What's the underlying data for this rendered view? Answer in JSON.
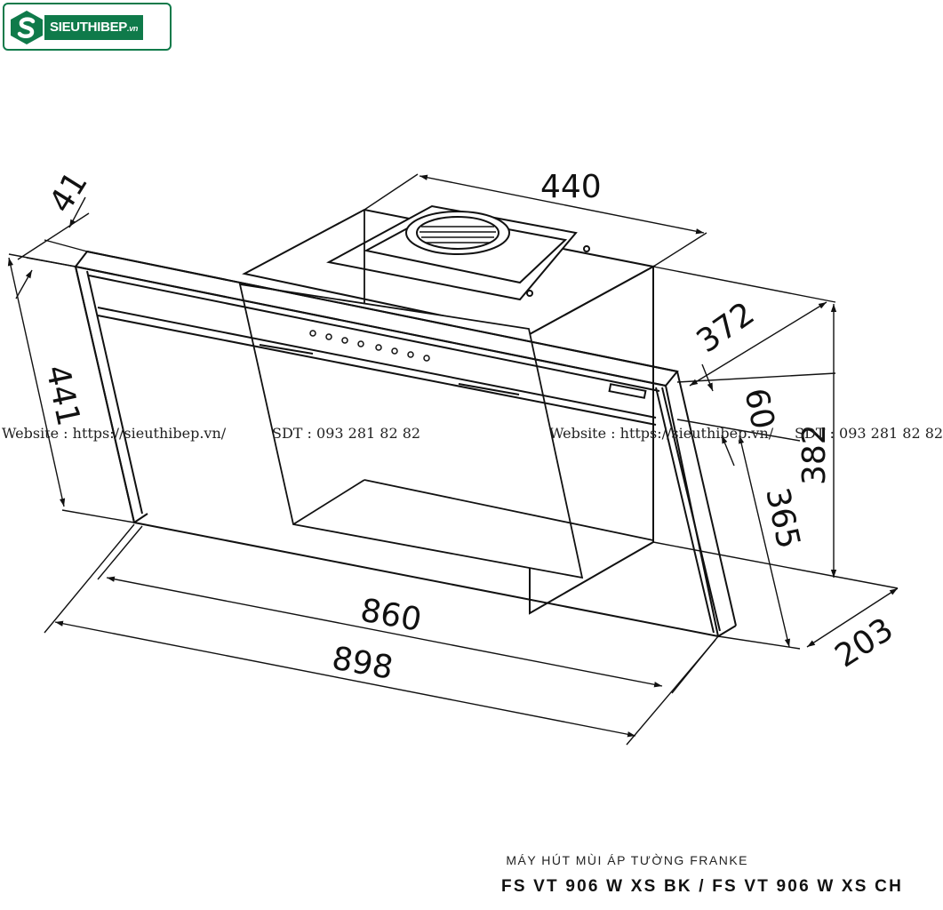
{
  "logo": {
    "brand": "SIEUTHIBEP",
    "tld": ".vn",
    "color": "#0f7a4a"
  },
  "dimensions": {
    "top_width": "440",
    "side_depth": "372",
    "thickness_top": "41",
    "front_height": "441",
    "bracket": "60",
    "back_height": "382",
    "side_height": "365",
    "base_depth": "203",
    "inner_width": "860",
    "overall_width": "898"
  },
  "watermarks": [
    "Website : https://sieuthibep.vn/",
    "SDT : 093 281 82 82",
    "Website : https://sieuthibep.vn/",
    "SDT : 093 281 82 82"
  ],
  "caption": {
    "category": "MÁY HÚT MÙI ÁP TƯỜNG FRANKE",
    "models": "FS VT 906 W XS BK / FS VT 906 W XS CH"
  }
}
